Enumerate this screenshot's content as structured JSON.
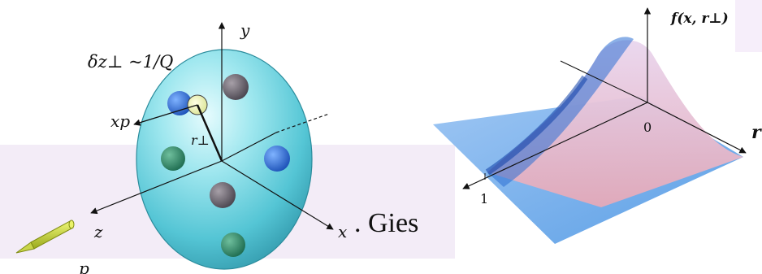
{
  "left_panel": {
    "y_label": "y",
    "x_label": "x",
    "z_label": "z",
    "xp_label": "xp",
    "r_label": "r⊥",
    "delta_label": "δz⊥ ~1/Q",
    "p_label": "p"
  },
  "right_panel": {
    "f_label": "f(x, r⊥)",
    "r_axis_label": "r",
    "zero_label": "0",
    "one_label": "1"
  },
  "caption_fragment": ". Gies"
}
